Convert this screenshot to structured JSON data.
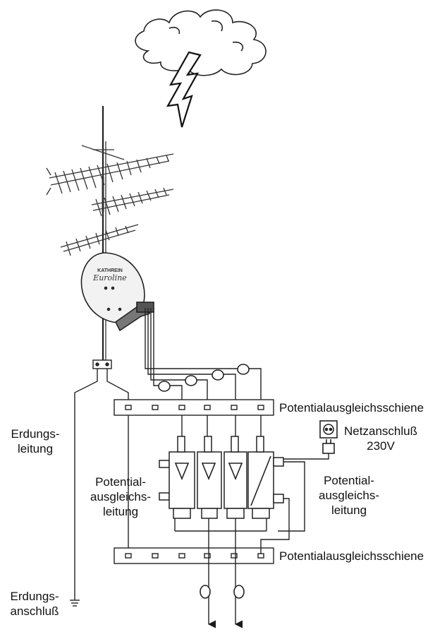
{
  "labels": {
    "schiene_top": "Potentialausgleichsschiene",
    "schiene_bottom": "Potentialausgleichsschiene",
    "erdungsleitung": [
      "Erdungs-",
      "leitung"
    ],
    "erdungsanschluss": [
      "Erdungs-",
      "anschluß"
    ],
    "potential_left": [
      "Potential-",
      "ausgleichs-",
      "leitung"
    ],
    "potential_right": [
      "Potential-",
      "ausgleichs-",
      "leitung"
    ],
    "netzanschluss": [
      "Netzanschluß",
      "230V"
    ],
    "dish_brand": "KATHREIN",
    "dish_model": "Euroline"
  },
  "icons": [
    "storm-cloud-icon",
    "lightning-bolt-icon",
    "uhf-antenna-icon",
    "satellite-dish-icon",
    "wall-socket-icon",
    "power-plug-icon",
    "ground-symbol-icon",
    "amplifier-triangle-icon",
    "multiswitch-icon",
    "cable-loop-icon"
  ],
  "colors": {
    "line": "#1a1a1a",
    "background": "#ffffff"
  }
}
